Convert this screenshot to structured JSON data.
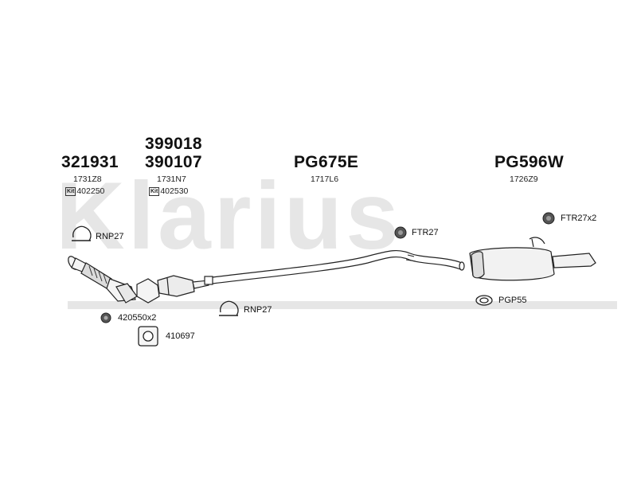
{
  "watermark": "Klarius",
  "groups": [
    {
      "part": "321931",
      "oe": "1731Z8",
      "kit_badge": "Kit",
      "kit": "402250"
    },
    {
      "part_top": "399018",
      "part": "390107",
      "oe": "1731N7",
      "kit_badge": "Kit",
      "kit": "402530"
    },
    {
      "part": "PG675E",
      "oe": "1717L6"
    },
    {
      "part": "PG596W",
      "oe": "1726Z9"
    }
  ],
  "fittings": {
    "rnp27_top": "RNP27",
    "rnp27_bottom": "RNP27",
    "ftr27": "FTR27",
    "ftr27x2": "FTR27x2",
    "pgp55": "PGP55",
    "bolt": "420550x2",
    "gasket": "410697"
  }
}
